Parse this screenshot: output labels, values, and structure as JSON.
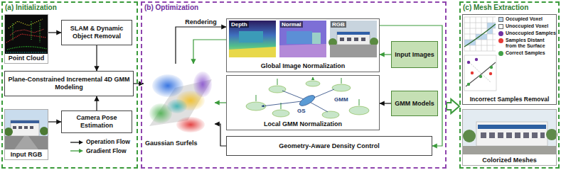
{
  "diagram": {
    "nodes": [
      {
        "text": [
          "(a) Initialization"
        ]
      },
      {
        "text": [
          "Point Cloud"
        ],
        "in": 0
      },
      {
        "text": [
          "SLAM & Dynamic Object Removal"
        ],
        "in": 0
      },
      {
        "text": [
          "Plane-Constrained Incremental 4D GMM Modeling"
        ],
        "in": 0
      },
      {
        "text": [
          "Camera Pose Estimation"
        ],
        "in": 0
      },
      {
        "text": [
          "Input RGB"
        ],
        "in": 0
      },
      {
        "text": [
          "(b) Optimization"
        ]
      },
      {
        "text": [
          "Gaussian Surfels"
        ],
        "in": 6
      },
      {
        "text": [
          "Global Image Normalization"
        ],
        "in": 6
      },
      {
        "text": [
          "Input Images"
        ],
        "in": 6
      },
      {
        "text": [
          "Local GMM Normalization"
        ],
        "in": 6
      },
      {
        "text": [
          "GMM Models"
        ],
        "in": 6
      },
      {
        "text": [
          "Geometry-Aware Density Control"
        ],
        "in": 6
      },
      {
        "text": [
          "(c) Mesh Extraction"
        ]
      },
      {
        "text": [
          "Incorrect Samples Removal"
        ],
        "in": 13
      },
      {
        "text": [
          "Colorized Meshes"
        ],
        "in": 13
      }
    ],
    "edges": [
      {
        "from": 1,
        "to": 2,
        "arrow": "to"
      },
      {
        "from": 2,
        "to": 3,
        "arrow": "to"
      },
      {
        "from": 5,
        "to": 4,
        "arrow": "to"
      },
      {
        "from": 4,
        "to": 3,
        "arrow": "to"
      },
      {
        "from": 3,
        "to": 7,
        "arrow": "to"
      },
      {
        "from": 7,
        "to": 8,
        "label": "Rendering",
        "arrow": "to"
      },
      {
        "from": 8,
        "to": 7,
        "arrow": "to"
      },
      {
        "from": 9,
        "to": 8,
        "arrow": "to"
      },
      {
        "from": 11,
        "to": 10,
        "arrow": "to"
      },
      {
        "from": 10,
        "to": 7,
        "arrow": "to"
      },
      {
        "from": 12,
        "to": 7,
        "arrow": "to"
      },
      {
        "from": 8,
        "to": 12,
        "arrow": "to"
      },
      {
        "from": 6,
        "to": 13,
        "arrow": "to"
      }
    ],
    "labels": [
      "Depth",
      "Normal",
      "RGB",
      "GS",
      "GMM"
    ],
    "legend": [
      {
        "text": "Operation Flow"
      },
      {
        "text": "Gradient Flow"
      },
      {
        "text": "Occupied Voxel",
        "color": "#bdd7ee"
      },
      {
        "text": "Unoccupied Voxel"
      },
      {
        "text": "Unoccupied Samples",
        "color": "#7030a0"
      },
      {
        "text": "Samples Distant from the Surface",
        "color": "#e53935"
      },
      {
        "text": "Correct Samples",
        "color": "#43a047"
      }
    ]
  }
}
